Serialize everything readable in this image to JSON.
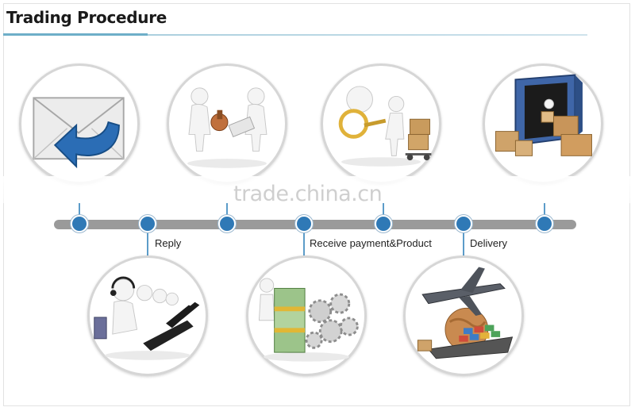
{
  "page": {
    "title": "Trading Procedure",
    "watermark": "trade.china.cn"
  },
  "timeline": {
    "steps": [
      {
        "label": ""
      },
      {
        "label": "Reply"
      },
      {
        "label": ""
      },
      {
        "label": "Receive payment&Product"
      },
      {
        "label": ""
      },
      {
        "label": "Delivery"
      },
      {
        "label": ""
      }
    ]
  },
  "colors": {
    "timeline_bar": "#9a9a9a",
    "dot": "#2f79b6",
    "connector": "#5c9cc9",
    "title_rule": "#6eaec8"
  },
  "icons": {
    "top": [
      "envelope-reply-icon",
      "handshake-stamp-icon",
      "inspection-cart-icon",
      "container-boxes-icon"
    ],
    "bottom": [
      "customer-service-icon",
      "money-gears-icon",
      "plane-ship-icon"
    ]
  }
}
